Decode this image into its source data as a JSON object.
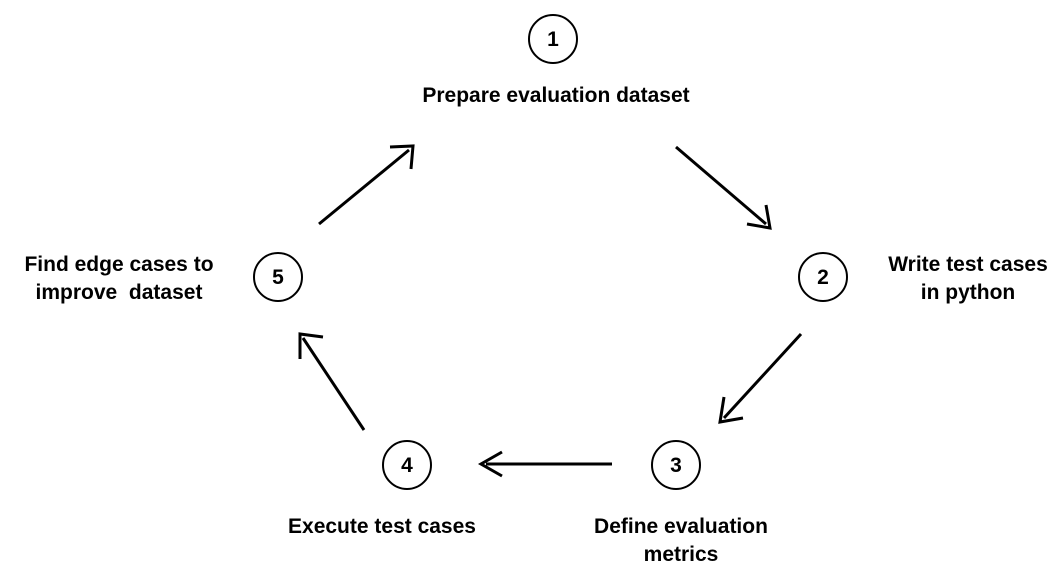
{
  "diagram": {
    "type": "cycle",
    "background_color": "#ffffff",
    "stroke_color": "#000000",
    "text_color": "#000000",
    "steps": [
      {
        "number": "1",
        "label": "Prepare evaluation dataset",
        "position": "top-center",
        "label_align": "center"
      },
      {
        "number": "2",
        "label": "Write test cases\nin python",
        "position": "right",
        "label_align": "center"
      },
      {
        "number": "3",
        "label": "Define evaluation\nmetrics",
        "position": "bottom-right",
        "label_align": "center"
      },
      {
        "number": "4",
        "label": "Execute test cases",
        "position": "bottom-left",
        "label_align": "center"
      },
      {
        "number": "5",
        "label": "Find edge cases to\nimprove  dataset",
        "position": "left",
        "label_align": "center"
      }
    ],
    "connectors": [
      {
        "from": "1",
        "to": "2",
        "direction": "down-right"
      },
      {
        "from": "2",
        "to": "3",
        "direction": "down-left"
      },
      {
        "from": "3",
        "to": "4",
        "direction": "left"
      },
      {
        "from": "4",
        "to": "5",
        "direction": "up-left"
      },
      {
        "from": "5",
        "to": "1",
        "direction": "up-right"
      }
    ]
  }
}
